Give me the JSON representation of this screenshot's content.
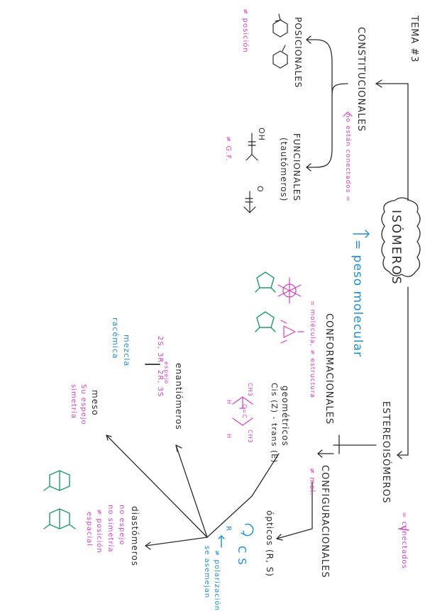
{
  "colors": {
    "ink": "#2b2b2b",
    "pink": "#d63fbf",
    "blue": "#1d8fd6",
    "green": "#1f9a73"
  },
  "title": "TEMA #3",
  "center": {
    "label": "ISÓMEROS",
    "note": "= peso molecular"
  },
  "constitucionales": {
    "label": "CONSTITUCIONALES",
    "note": "no están conectados =",
    "posicionales": {
      "label": "POSICIONALES",
      "note": "≠ posición"
    },
    "funcionales": {
      "label": "FUNCIONALES",
      "sub": "(tautómeros)",
      "note": "≠ G.F."
    },
    "formulas": {
      "enol": "OH",
      "keto": "O"
    }
  },
  "estereoisomeros": {
    "label": "ESTEREOISÓMEROS",
    "note": "= conectados",
    "conformacionales": {
      "label": "CONFORMACIONALES",
      "note": "= molécula, ≠ estructura"
    },
    "configuracionales": {
      "label": "CONFIGURACIONALES",
      "note": "≠ mol.",
      "geometricos": {
        "label": "geométricos",
        "detail": "Cis (Z) - trans (E)",
        "groups": {
          "g1": "CH3",
          "g2": "CH3",
          "h1": "H",
          "h2": "H",
          "c": "C=C"
        }
      },
      "opticos": {
        "label": "ópticos (R, S)",
        "rotation": "R",
        "cs": "C S",
        "note1": "≠ polarización",
        "note2": "se asemejan"
      },
      "enantiomeros": {
        "label": "enantiómeros",
        "espejo": "espejo",
        "left": "2S, 3R",
        "right": "2R, 3S",
        "mezcla": "mezcla",
        "racemica": "racémica"
      },
      "meso": {
        "label": "meso",
        "l1": "Su espejo",
        "l2": "simetría"
      },
      "diastereomeros": {
        "label": "diastómeros",
        "l1": "no espejo",
        "l2": "no simetría",
        "l3": "≠ posición",
        "l4": "espacial"
      }
    }
  }
}
